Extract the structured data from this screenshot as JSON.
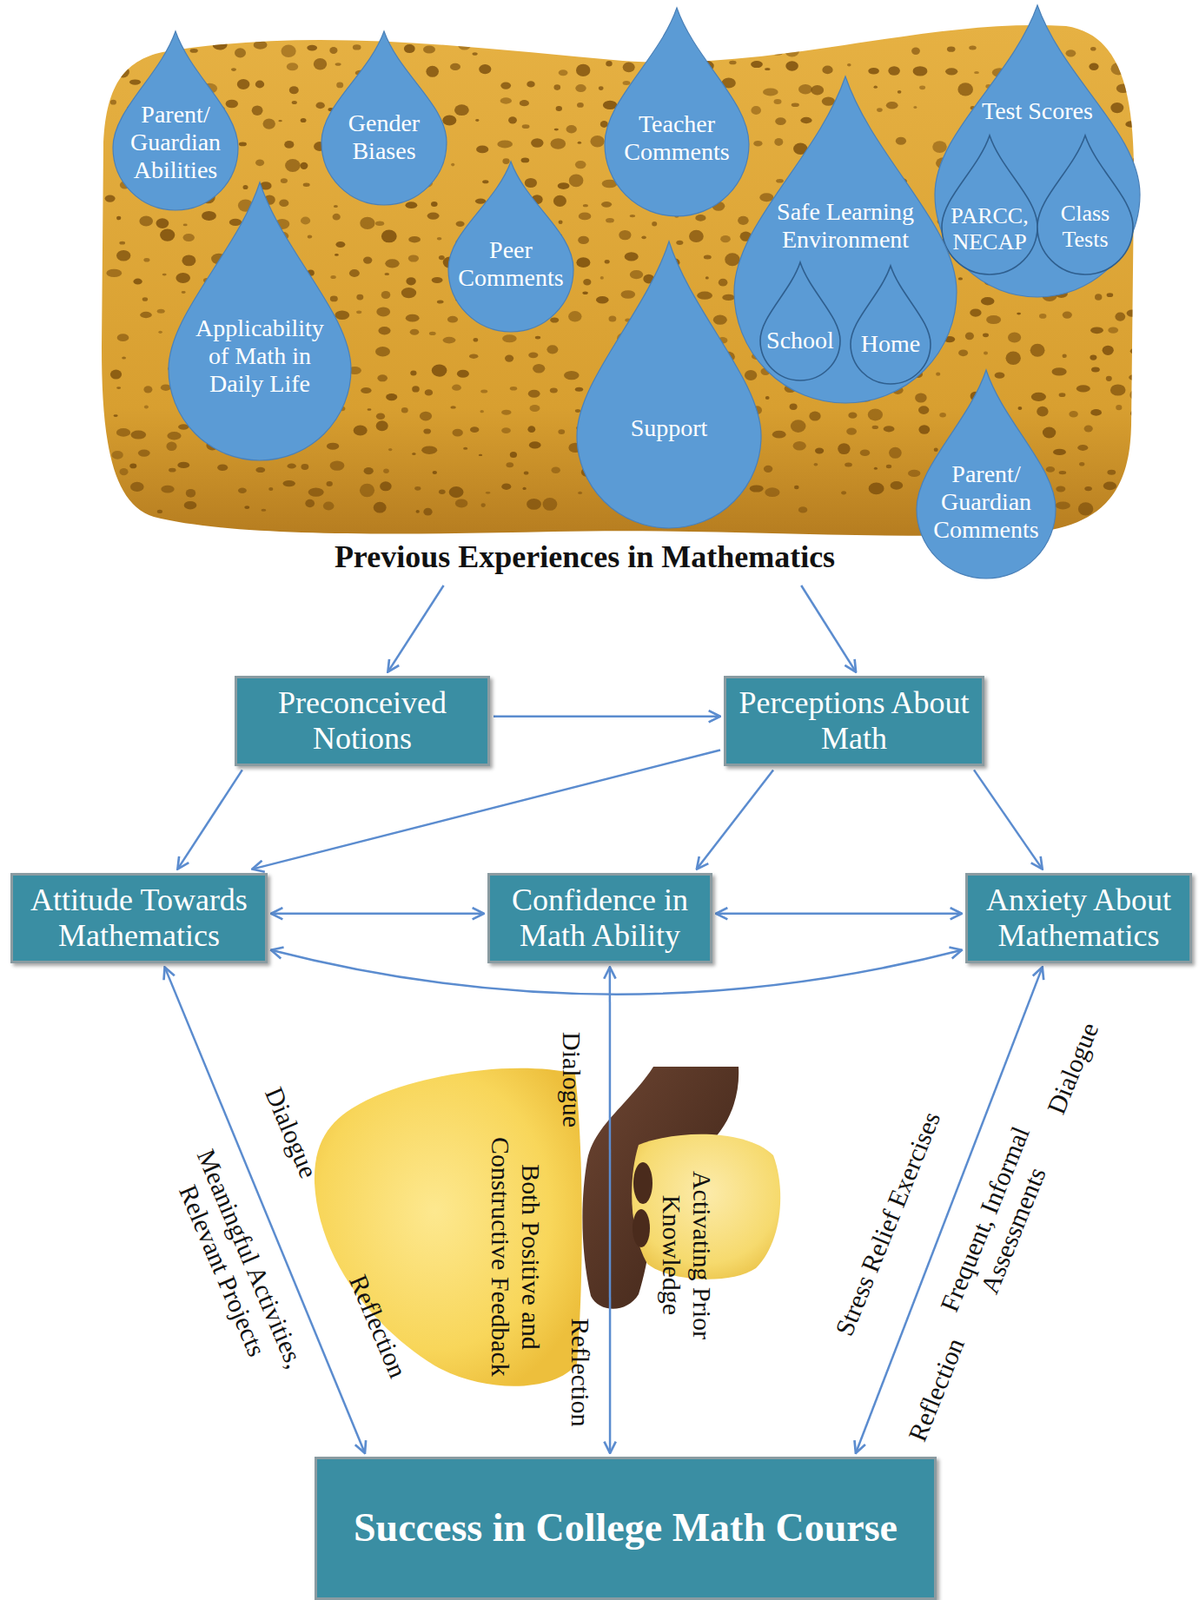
{
  "diagram": {
    "nodes": [
      {
        "text": [
          "Previous Experiences in Mathematics"
        ]
      },
      {
        "text": [
          "Parent/ Guardian Abilities"
        ],
        "in": 0
      },
      {
        "text": [
          "Gender Biases"
        ],
        "in": 0
      },
      {
        "text": [
          "Teacher Comments"
        ],
        "in": 0
      },
      {
        "text": [
          "Test Scores"
        ],
        "in": 0
      },
      {
        "text": [
          "PARCC, NECAP"
        ],
        "in": 4
      },
      {
        "text": [
          "Class Tests"
        ],
        "in": 4
      },
      {
        "text": [
          "Peer Comments"
        ],
        "in": 0
      },
      {
        "text": [
          "Safe Learning Environment"
        ],
        "in": 0
      },
      {
        "text": [
          "School"
        ],
        "in": 8
      },
      {
        "text": [
          "Home"
        ],
        "in": 8
      },
      {
        "text": [
          "Applicability of Math in Daily Life"
        ],
        "in": 0
      },
      {
        "text": [
          "Support"
        ],
        "in": 0
      },
      {
        "text": [
          "Parent/ Guardian Comments"
        ],
        "in": 0
      },
      {
        "text": [
          "Preconceived Notions"
        ]
      },
      {
        "text": [
          "Perceptions About Math"
        ]
      },
      {
        "text": [
          "Attitude Towards Mathematics"
        ]
      },
      {
        "text": [
          "Confidence in Math Ability"
        ]
      },
      {
        "text": [
          "Anxiety About Mathematics"
        ]
      },
      {
        "text": [
          "Success in College Math Course"
        ]
      }
    ],
    "edges": [
      {
        "from": 0,
        "to": 14,
        "arrow": "to"
      },
      {
        "from": 0,
        "to": 15,
        "arrow": "to"
      },
      {
        "from": 14,
        "to": 15,
        "arrow": "to"
      },
      {
        "from": 14,
        "to": 16,
        "arrow": "to"
      },
      {
        "from": 15,
        "to": 16,
        "arrow": "to"
      },
      {
        "from": 15,
        "to": 17,
        "arrow": "to"
      },
      {
        "from": 15,
        "to": 18,
        "arrow": "to"
      },
      {
        "from": 16,
        "to": 17,
        "arrow": "both"
      },
      {
        "from": 17,
        "to": 18,
        "arrow": "both"
      },
      {
        "from": 16,
        "to": 18,
        "arrow": "both"
      },
      {
        "from": 16,
        "to": 19,
        "arrow": "both",
        "label": "Meaningful Activities, Relevant Projects"
      },
      {
        "from": 17,
        "to": 19,
        "arrow": "both",
        "label": "Both Positive and Constructive Feedback"
      },
      {
        "from": 18,
        "to": 19,
        "arrow": "both",
        "label": "Frequent, Informal Assessments"
      }
    ],
    "labels": [
      "Dialogue",
      "Reflection",
      "Dialogue",
      "Reflection",
      "Activating Prior Knowledge",
      "Dialogue",
      "Reflection",
      "Stress Relief Exercises"
    ]
  }
}
